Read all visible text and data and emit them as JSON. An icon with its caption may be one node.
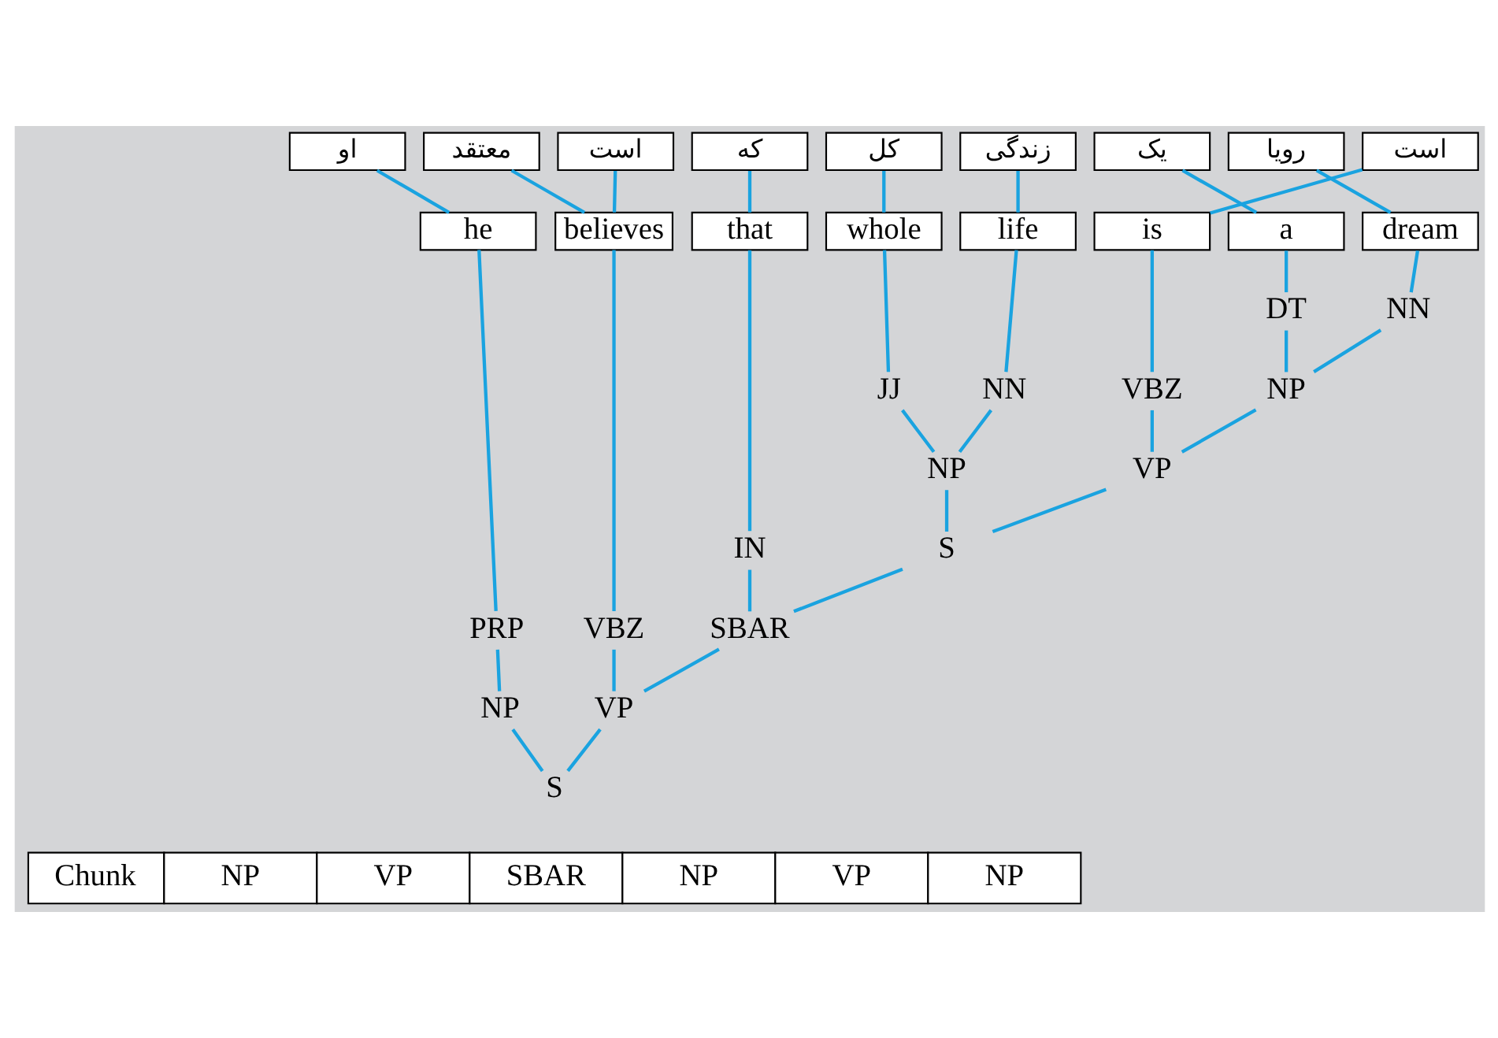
{
  "diagram": {
    "nodes": [
      {
        "text": [
          "او"
        ]
      },
      {
        "text": [
          "معتقد"
        ]
      },
      {
        "text": [
          "است"
        ]
      },
      {
        "text": [
          "که"
        ]
      },
      {
        "text": [
          "کل"
        ]
      },
      {
        "text": [
          "زندگی"
        ]
      },
      {
        "text": [
          "یک"
        ]
      },
      {
        "text": [
          "رویا"
        ]
      },
      {
        "text": [
          "است"
        ]
      },
      {
        "text": [
          "he"
        ]
      },
      {
        "text": [
          "believes"
        ]
      },
      {
        "text": [
          "that"
        ]
      },
      {
        "text": [
          "whole"
        ]
      },
      {
        "text": [
          "life"
        ]
      },
      {
        "text": [
          "is"
        ]
      },
      {
        "text": [
          "a"
        ]
      },
      {
        "text": [
          "dream"
        ]
      },
      {
        "text": [
          "DT"
        ]
      },
      {
        "text": [
          "NN"
        ]
      },
      {
        "text": [
          "JJ"
        ]
      },
      {
        "text": [
          "NN"
        ]
      },
      {
        "text": [
          "VBZ"
        ]
      },
      {
        "text": [
          "NP"
        ]
      },
      {
        "text": [
          "NP"
        ]
      },
      {
        "text": [
          "VP"
        ]
      },
      {
        "text": [
          "IN"
        ]
      },
      {
        "text": [
          "S"
        ]
      },
      {
        "text": [
          "PRP"
        ]
      },
      {
        "text": [
          "VBZ"
        ]
      },
      {
        "text": [
          "SBAR"
        ]
      },
      {
        "text": [
          "NP"
        ]
      },
      {
        "text": [
          "VP"
        ]
      },
      {
        "text": [
          "S"
        ]
      }
    ],
    "edges": [
      {
        "from": 0,
        "to": 9,
        "arrow": "none"
      },
      {
        "from": 1,
        "to": 10,
        "arrow": "none"
      },
      {
        "from": 2,
        "to": 10,
        "arrow": "none"
      },
      {
        "from": 3,
        "to": 11,
        "arrow": "none"
      },
      {
        "from": 4,
        "to": 12,
        "arrow": "none"
      },
      {
        "from": 5,
        "to": 13,
        "arrow": "none"
      },
      {
        "from": 6,
        "to": 15,
        "arrow": "none"
      },
      {
        "from": 7,
        "to": 16,
        "arrow": "none"
      },
      {
        "from": 8,
        "to": 14,
        "arrow": "none"
      },
      {
        "from": 9,
        "to": 27,
        "arrow": "none"
      },
      {
        "from": 10,
        "to": 28,
        "arrow": "none"
      },
      {
        "from": 11,
        "to": 25,
        "arrow": "none"
      },
      {
        "from": 12,
        "to": 19,
        "arrow": "none"
      },
      {
        "from": 13,
        "to": 20,
        "arrow": "none"
      },
      {
        "from": 14,
        "to": 21,
        "arrow": "none"
      },
      {
        "from": 15,
        "to": 17,
        "arrow": "none"
      },
      {
        "from": 16,
        "to": 18,
        "arrow": "none"
      },
      {
        "from": 17,
        "to": 22,
        "arrow": "none"
      },
      {
        "from": 18,
        "to": 22,
        "arrow": "none"
      },
      {
        "from": 19,
        "to": 23,
        "arrow": "none"
      },
      {
        "from": 20,
        "to": 23,
        "arrow": "none"
      },
      {
        "from": 21,
        "to": 24,
        "arrow": "none"
      },
      {
        "from": 22,
        "to": 24,
        "arrow": "none"
      },
      {
        "from": 23,
        "to": 26,
        "arrow": "none"
      },
      {
        "from": 24,
        "to": 26,
        "arrow": "none"
      },
      {
        "from": 25,
        "to": 29,
        "arrow": "none"
      },
      {
        "from": 26,
        "to": 29,
        "arrow": "none"
      },
      {
        "from": 27,
        "to": 30,
        "arrow": "none"
      },
      {
        "from": 28,
        "to": 31,
        "arrow": "none"
      },
      {
        "from": 29,
        "to": 31,
        "arrow": "none"
      },
      {
        "from": 30,
        "to": 32,
        "arrow": "none"
      },
      {
        "from": 31,
        "to": 32,
        "arrow": "none"
      }
    ],
    "labels": [
      "Chunk",
      "NP",
      "VP",
      "SBAR",
      "NP",
      "VP",
      "NP"
    ]
  }
}
